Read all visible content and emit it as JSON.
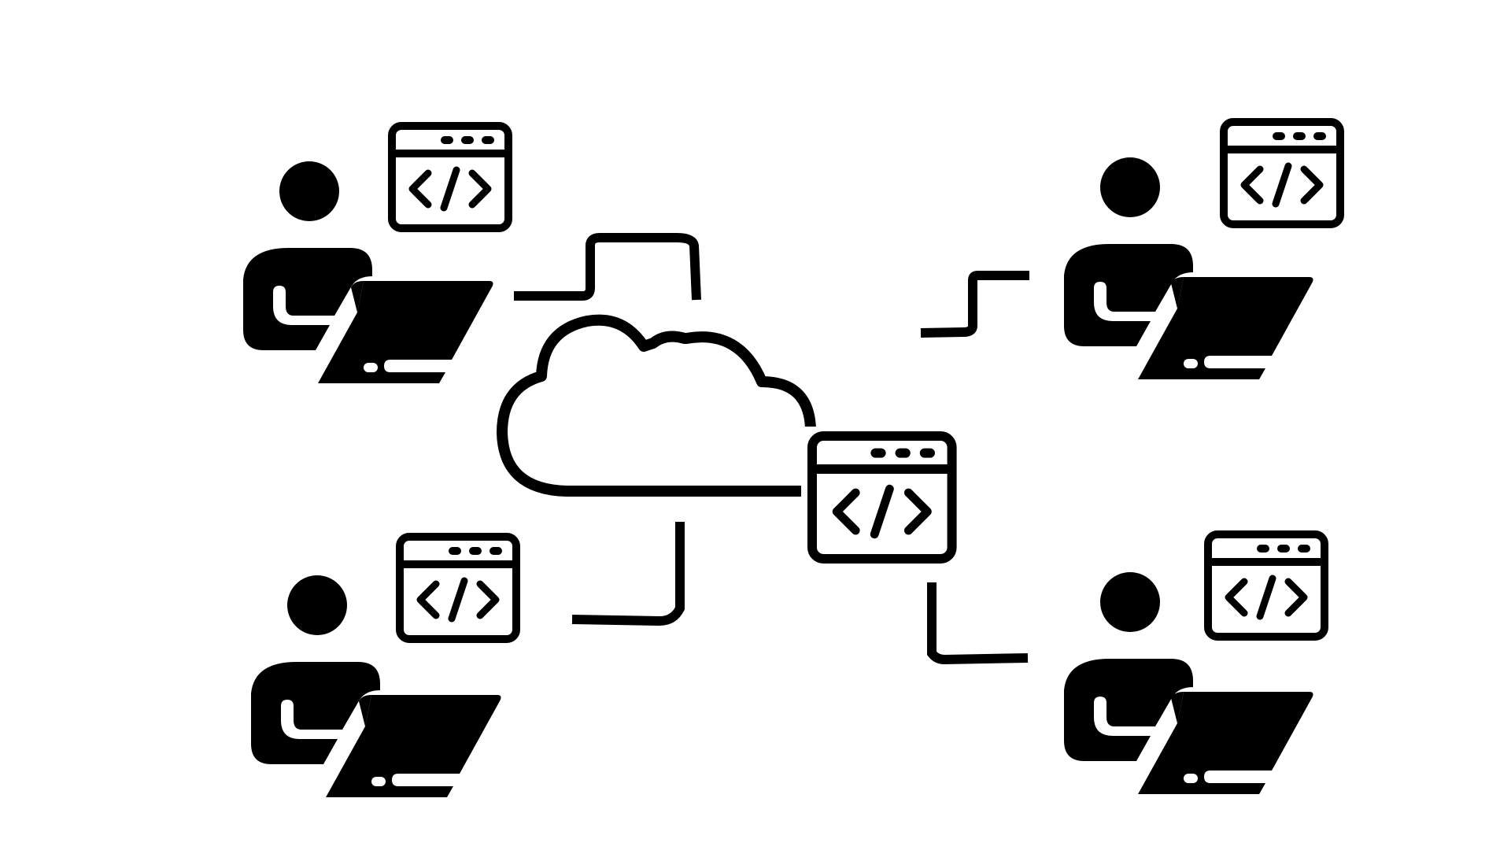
{
  "diagram": {
    "background": "#ffffff",
    "ink": "#000000",
    "hub": {
      "icons": [
        "cloud-icon",
        "code-window-icon"
      ]
    },
    "developers": [
      {
        "position": "top-left",
        "icons": [
          "person-icon",
          "laptop-icon",
          "code-window-icon"
        ]
      },
      {
        "position": "top-right",
        "icons": [
          "person-icon",
          "laptop-icon",
          "code-window-icon"
        ]
      },
      {
        "position": "bottom-left",
        "icons": [
          "person-icon",
          "laptop-icon",
          "code-window-icon"
        ]
      },
      {
        "position": "bottom-right",
        "icons": [
          "person-icon",
          "laptop-icon",
          "code-window-icon"
        ]
      }
    ],
    "connections": [
      {
        "from": "top-left",
        "to": "hub"
      },
      {
        "from": "top-right",
        "to": "hub"
      },
      {
        "from": "bottom-left",
        "to": "hub"
      },
      {
        "from": "bottom-right",
        "to": "hub"
      }
    ]
  }
}
